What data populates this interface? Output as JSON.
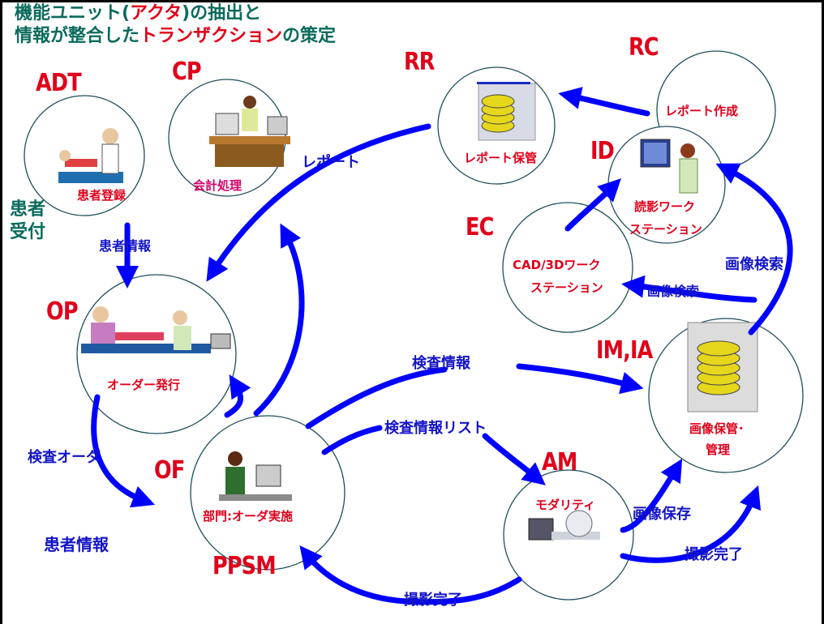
{
  "title": {
    "line1": "機能ユニット(",
    "line1_hl": "アクタ",
    "line1_end": ")の抽出と",
    "line2": "情報が整合した",
    "line2_hl": "トランザクション",
    "line2_end": "の策定"
  },
  "actors": {
    "adt": "ADT",
    "cp": "CP",
    "rr": "RR",
    "rc": "RC",
    "id": "ID",
    "ec": "EC",
    "op": "OP",
    "of": "OF",
    "ppsm": "PPSM",
    "am": "AM",
    "imia": "IM,IA"
  },
  "captions": {
    "adt": "患者登録",
    "cp": "会計処理",
    "rr": "レポート保管",
    "rc": "レポート作成",
    "id_line1": "読影ワーク",
    "id_line2": "ステーション",
    "ec_line1": "CAD/3Dワーク",
    "ec_line2": "ステーション",
    "op": "オーダー発行",
    "of": "部門:オーダ実施",
    "am": "モダリティ",
    "imia_line1": "画像保管･",
    "imia_line2": "管理"
  },
  "flows": {
    "report": "レポート",
    "patient_info_top": "患者情報",
    "exam_info": "検査情報",
    "exam_info_list": "検査情報リスト",
    "exam_order": "検査オーダ",
    "image_store": "画像保存",
    "capture_done_right": "撮影完了",
    "capture_done_bottom": "撮影完了",
    "image_search_right": "画像検索",
    "image_search_mid": "画像検索"
  },
  "side_labels": {
    "reception_line1": "患者",
    "reception_line2": "受付",
    "patient_info_bottom": "患者情報"
  },
  "colors": {
    "title": "#0b6b5c",
    "actor": "#e0001a",
    "flow_text": "#1414c8",
    "arrow": "#0000ff",
    "circle_stroke": "#1f4e5a"
  }
}
